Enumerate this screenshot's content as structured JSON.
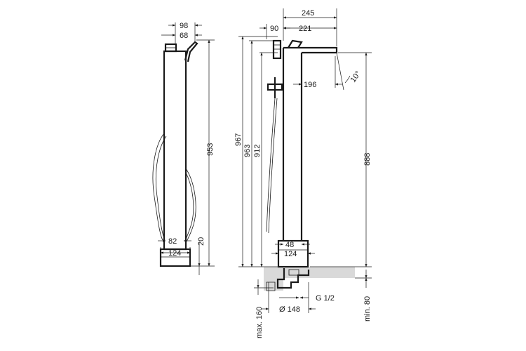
{
  "side_view": {
    "dims": {
      "width_top": "98",
      "width_lever": "68",
      "height_total": "953",
      "pedestal_height": "20",
      "base_inner": "82",
      "base_width": "124"
    }
  },
  "front_view": {
    "dims": {
      "spout_reach_total": "245",
      "spout_reach": "221",
      "handle_offset": "90",
      "height_967": "967",
      "height_963": "963",
      "height_912": "912",
      "spout_inner": "196",
      "spout_angle": "10°",
      "spout_height": "888",
      "column_width": "48",
      "base_width": "124",
      "thread": "G 1/2",
      "flange_diameter": "Ø 148",
      "max_depth": "max. 160",
      "min_depth": "min. 80"
    }
  }
}
